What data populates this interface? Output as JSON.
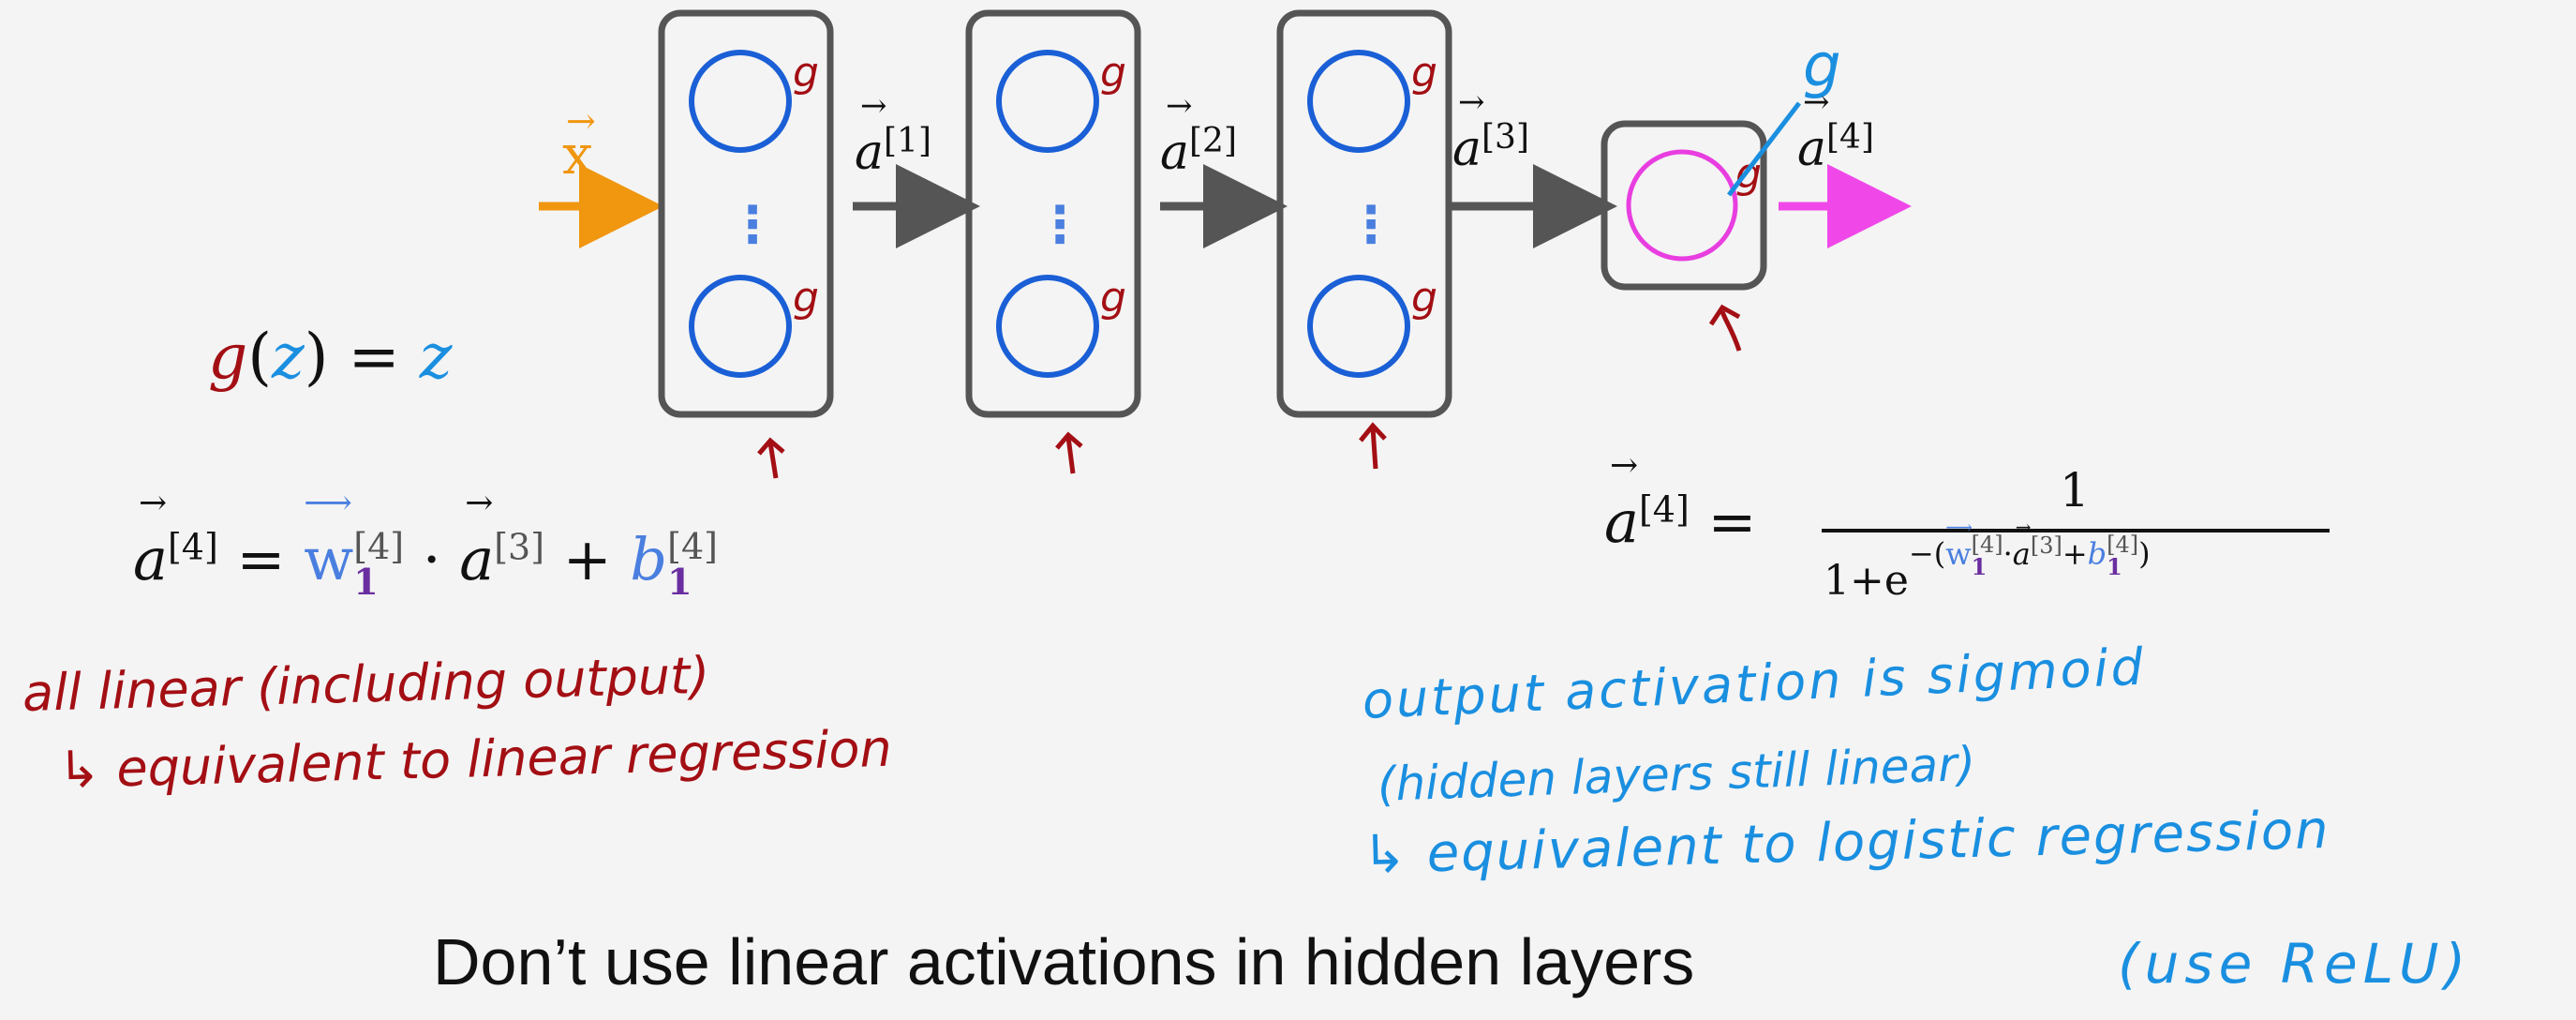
{
  "input_label": "x",
  "hidden_activation": "g",
  "output_activation": "g",
  "output_activation_note": "g",
  "arrow_labels": {
    "a1_sup": "[1]",
    "a2_sup": "[2]",
    "a3_sup": "[3]",
    "a4_sup": "[4]"
  },
  "activation_definition": {
    "g": "g",
    "z_arg": "z",
    "z_value": "z"
  },
  "linear_equation": {
    "lhs": "a",
    "lhs_sup": "[4]",
    "w": "w",
    "w_sup": "[4]",
    "w_sub": "1",
    "a": "a",
    "a_sup": "[3]",
    "b": "b",
    "b_sup": "[4]",
    "b_sub": "1"
  },
  "sigmoid_equation": {
    "lhs": "a",
    "lhs_sup": "[4]",
    "numerator": "1",
    "denominator_prefix": "1+e",
    "w": "w",
    "w_sup": "[4]",
    "w_sub": "1",
    "a": "a",
    "a_sup": "[3]",
    "b": "b",
    "b_sup": "[4]",
    "b_sub": "1"
  },
  "notes_left": {
    "line1": "all linear (including output)",
    "line2": "equivalent to linear regression"
  },
  "notes_right": {
    "line1": "output activation is sigmoid",
    "line2": "(hidden layers still linear)",
    "line3": "equivalent to logistic regression"
  },
  "footer": {
    "main": "Don’t use linear activations in hidden layers",
    "note": "(use ReLU)"
  },
  "colors": {
    "input": "#f0960f",
    "neuron": "#1a5fd6",
    "output_neuron": "#e83ee0",
    "output_arrow": "#f048e8",
    "handwriting_red": "#a30f14",
    "handwriting_blue": "#1a8fe0",
    "box": "#555555",
    "arrow": "#555555",
    "w_color": "#4a7fe0",
    "sub_color": "#6a2ea0"
  }
}
